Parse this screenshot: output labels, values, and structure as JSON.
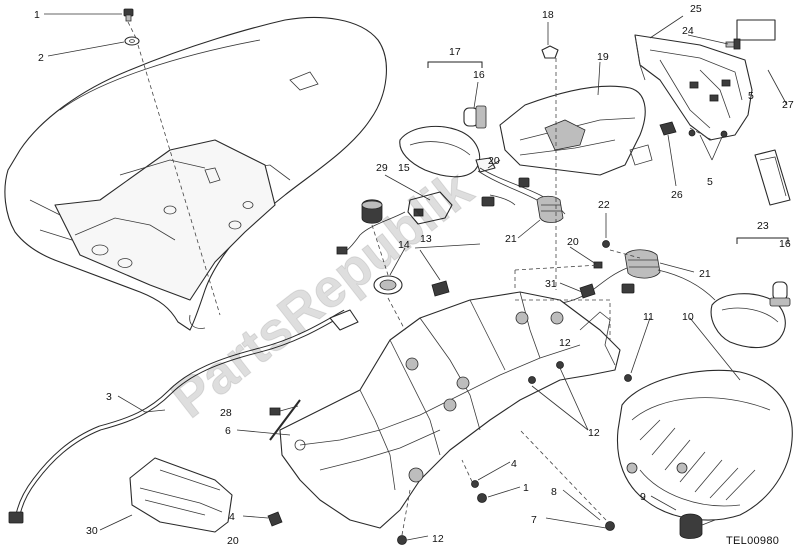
{
  "watermark": {
    "text": "PartsRepublik"
  },
  "reference_code": "TEL00980",
  "callouts": [
    "1",
    "2",
    "3",
    "4",
    "5",
    "6",
    "7",
    "8",
    "9",
    "10",
    "11",
    "12",
    "13",
    "14",
    "15",
    "16",
    "17",
    "18",
    "19",
    "20",
    "21",
    "22",
    "23",
    "24",
    "25",
    "26",
    "27",
    "28",
    "29",
    "30",
    "31",
    "1",
    "4",
    "5",
    "12",
    "12",
    "16",
    "20",
    "20",
    "21"
  ]
}
